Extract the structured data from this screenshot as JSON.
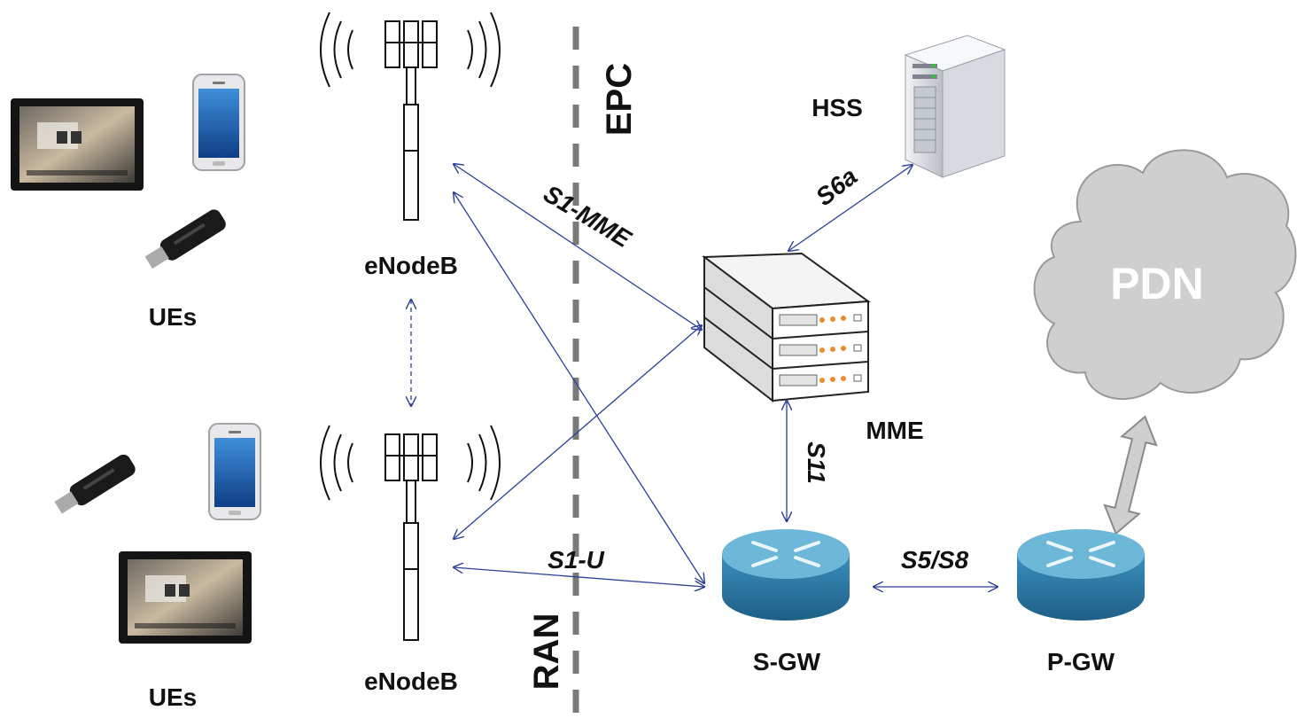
{
  "colors": {
    "link": "#2b3f9a",
    "divider": "#7a7a7a",
    "cloud": "#cfcfcf",
    "cloud_border": "#9a9a9a",
    "router": "#3f93be",
    "router_top": "#6db7d9"
  },
  "labels": {
    "ues_top": "UEs",
    "ues_bottom": "UEs",
    "enodeb_top": "eNodeB",
    "enodeb_bottom": "eNodeB",
    "epc": "EPC",
    "ran": "RAN",
    "hss": "HSS",
    "mme": "MME",
    "sgw": "S-GW",
    "pgw": "P-GW",
    "pdn": "PDN"
  },
  "interfaces": {
    "s1_mme": "S1-MME",
    "s1_u": "S1-U",
    "s6a": "S6a",
    "s11": "S11",
    "s5_s8": "S5/S8"
  },
  "icons": {
    "tablet": "tablet-icon",
    "phone": "smartphone-icon",
    "usb": "usb-modem-icon",
    "antenna": "cell-tower-icon",
    "server": "hss-server-icon",
    "mme": "server-rack-icon",
    "router": "router-icon",
    "cloud": "cloud-icon"
  }
}
